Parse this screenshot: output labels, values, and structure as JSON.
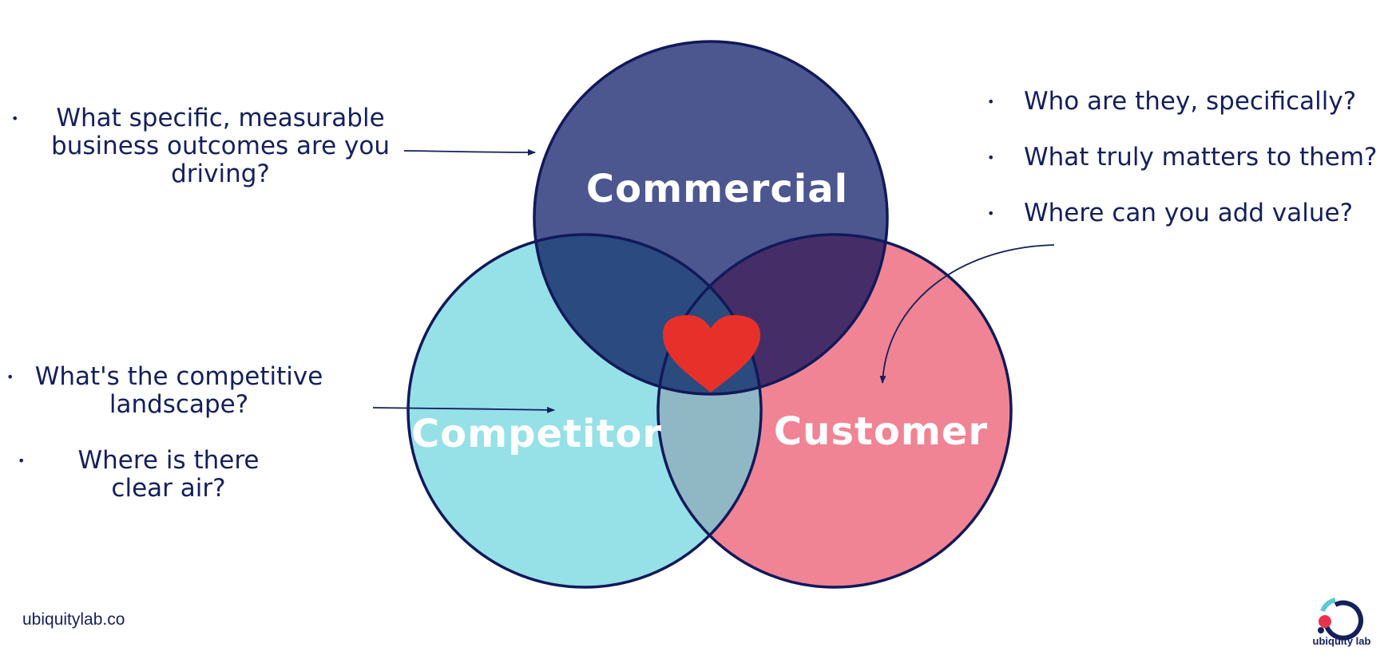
{
  "diagram": {
    "circles": [
      {
        "label": "Commercial",
        "color": "#2b3577"
      },
      {
        "label": "Competitor",
        "color": "#8fe0e6"
      },
      {
        "label": "Customer",
        "color": "#f07d8c"
      }
    ],
    "outline_color": "#11195a",
    "heart_color": "#e8302a"
  },
  "questions": {
    "commercial": [
      "What specific, measurable business outcomes are you driving?"
    ],
    "competitor": [
      "What's the competitive landscape?",
      "Where is there clear air?"
    ],
    "customer": [
      "Who are they, specifically?",
      "What truly matters to them?",
      "Where can you add value?"
    ]
  },
  "footer": {
    "url": "ubiquitylab.co",
    "logo_text": "ubiquity lab"
  }
}
